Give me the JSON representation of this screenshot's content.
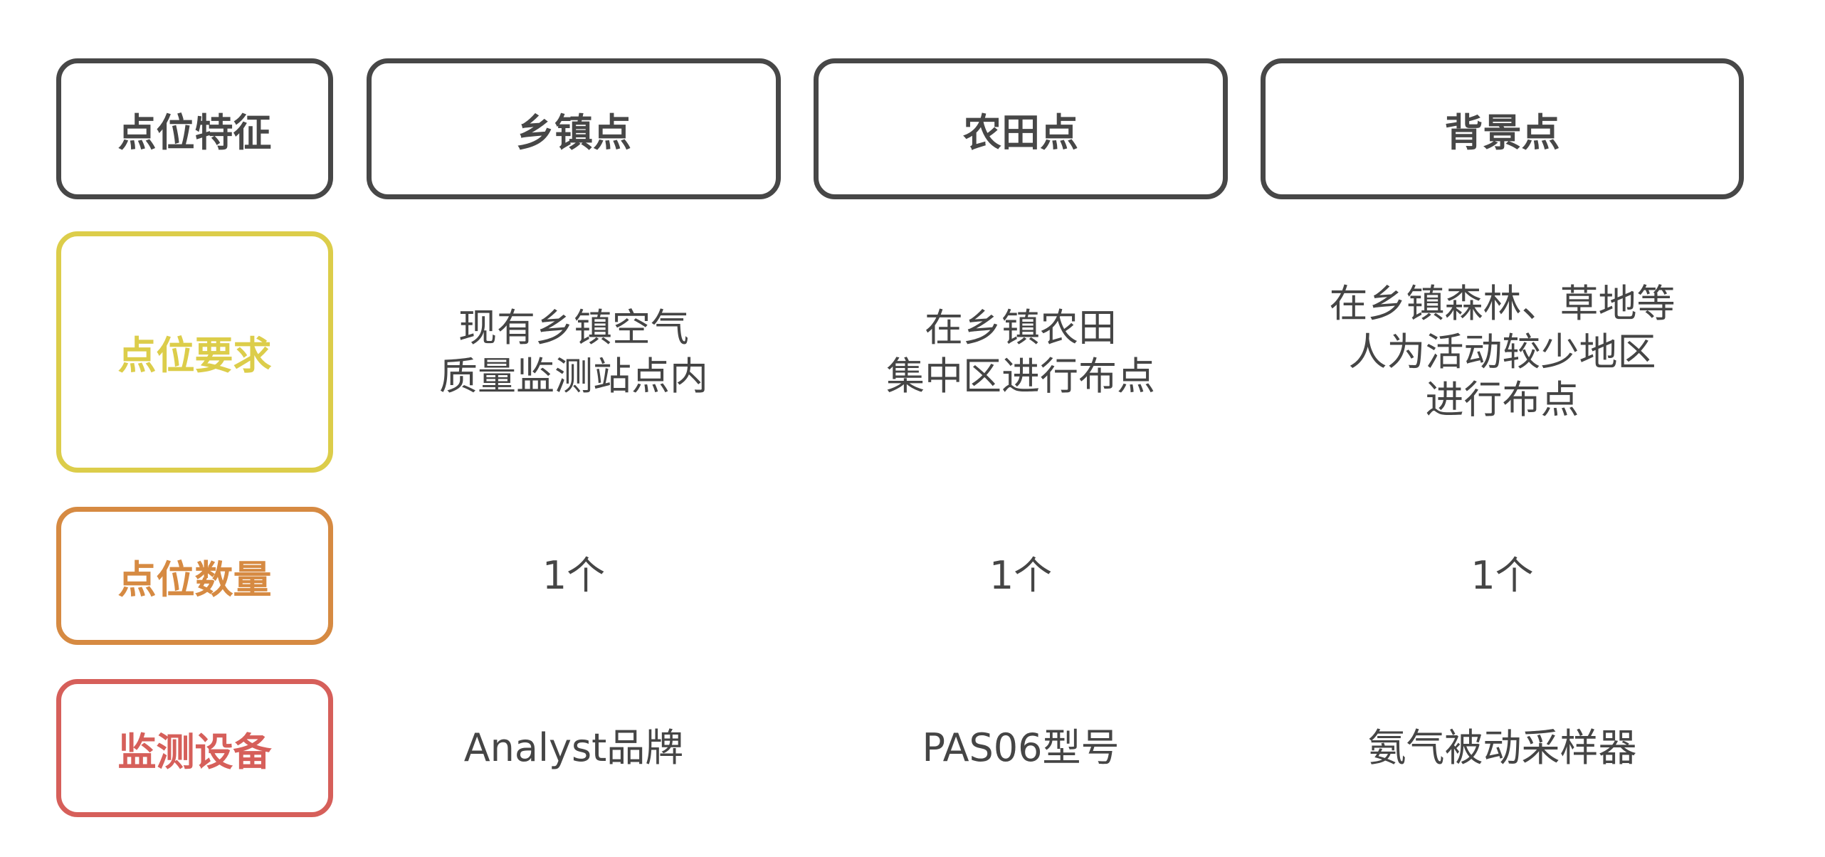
{
  "header": {
    "label": "点位特征",
    "columns": [
      "乡镇点",
      "农田点",
      "背景点"
    ]
  },
  "rows": [
    {
      "label": "点位要求",
      "color": "#dccd4a",
      "values": [
        [
          "现有乡镇空气",
          "质量监测站点内"
        ],
        [
          "在乡镇农田",
          "集中区进行布点"
        ],
        [
          "在乡镇森林、草地等",
          "人为活动较少地区",
          "进行布点"
        ]
      ]
    },
    {
      "label": "点位数量",
      "color": "#d68a42",
      "values": [
        [
          "1个"
        ],
        [
          "1个"
        ],
        [
          "1个"
        ]
      ]
    },
    {
      "label": "监测设备",
      "color": "#d65f5a",
      "values": [
        [
          "Analyst品牌"
        ],
        [
          "PAS06型号"
        ],
        [
          "氨气被动采样器"
        ]
      ]
    }
  ]
}
